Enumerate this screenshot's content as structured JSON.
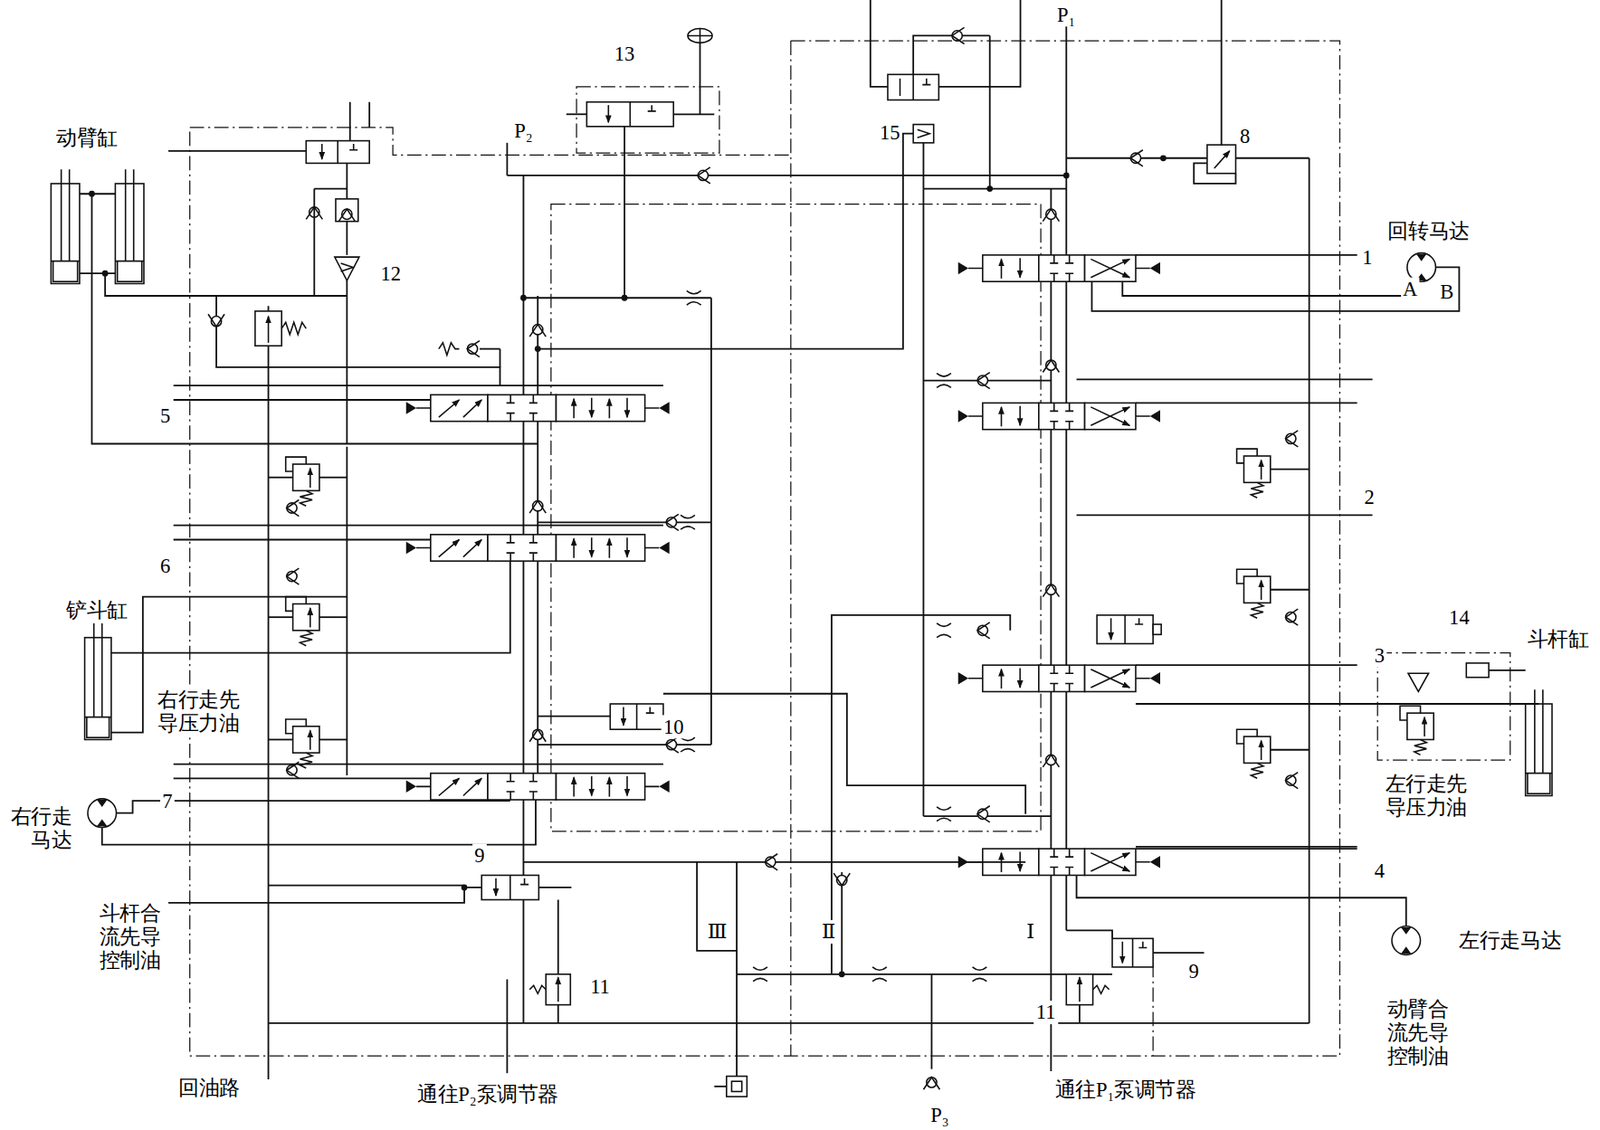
{
  "diagram": {
    "labels": [
      "P₁",
      "13",
      "P₂",
      "动臂缸",
      "15",
      "8",
      "回转马达",
      "1",
      "A",
      "B",
      "12",
      "5",
      "2",
      "6",
      "铲斗缸",
      "14",
      "斗杆缸",
      "3",
      "右行走先导压力油",
      "10",
      "左行走先导压力油",
      "右行走马达",
      "7",
      "9",
      "4",
      "斗杆合流先导控制油",
      "9",
      "左行走马达",
      "Ⅲ",
      "Ⅱ",
      "Ⅰ",
      "11",
      "11",
      "动臂合流先导控制油",
      "回油路",
      "通往P₂泵调节器",
      "通往P₁泵调节器",
      "P₃"
    ]
  }
}
